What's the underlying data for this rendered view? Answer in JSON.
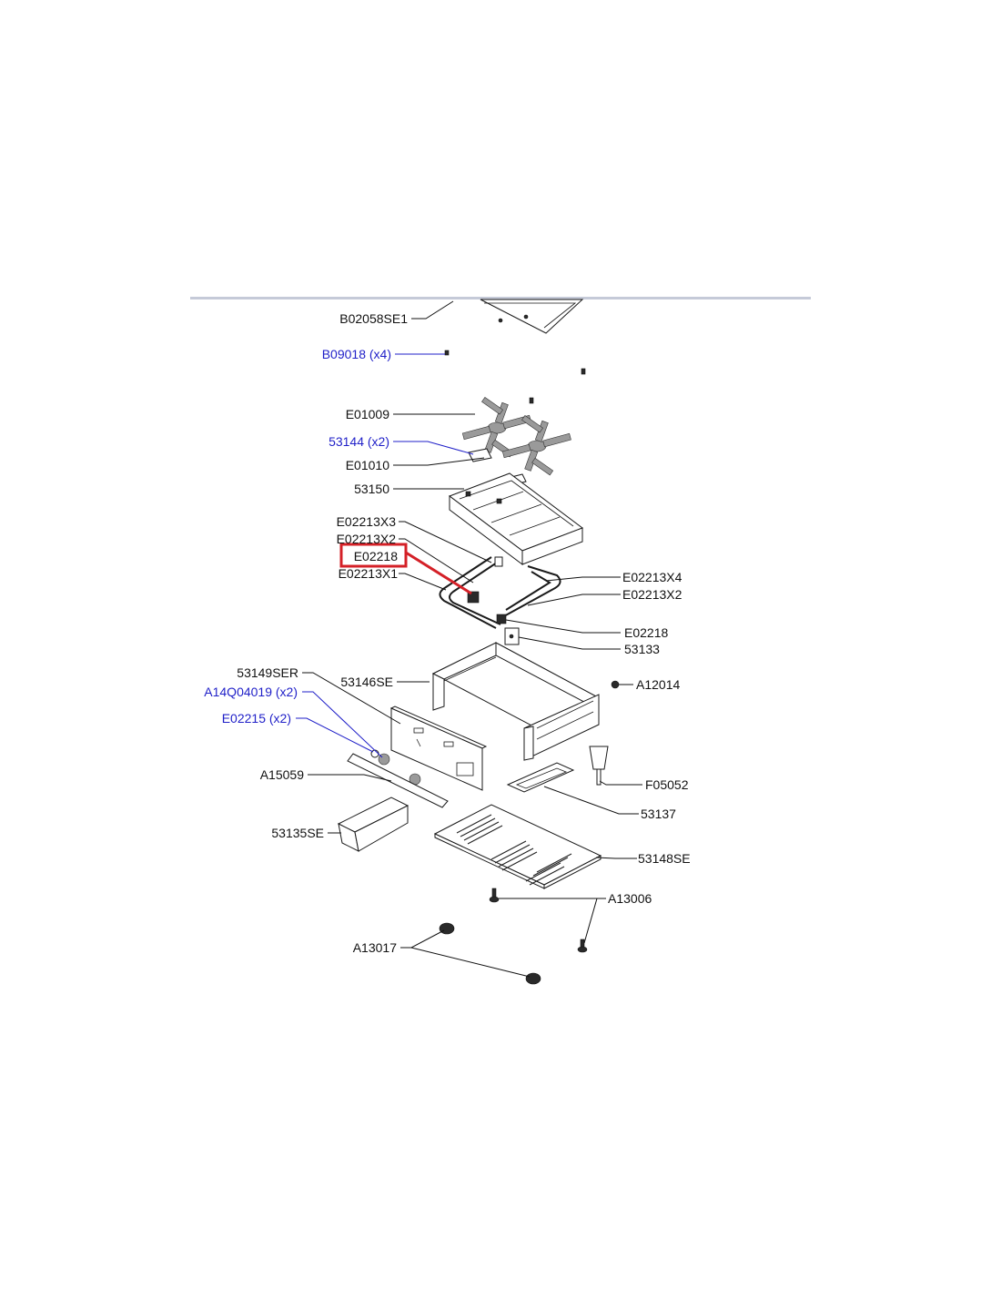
{
  "colors": {
    "label_black": "#111111",
    "label_blue": "#1f1fc8",
    "highlight_red": "#d42027",
    "top_rule": "#c5cad8"
  },
  "labels": {
    "B02058SE1": "B02058SE1",
    "B09018": "B09018  (x4)",
    "E01009": "E01009",
    "53144": "53144  (x2)",
    "E01010": "E01010",
    "53150": "53150",
    "E02213X3": "E02213X3",
    "E02213X2_left": "E02213X2",
    "E02218_highlighted": "E02218",
    "E02213X1": "E02213X1",
    "E02213X4": "E02213X4",
    "E02213X2_right": "E02213X2",
    "E02218_right": "E02218",
    "53133": "53133",
    "53149SER": "53149SER",
    "53146SE": "53146SE",
    "A12014": "A12014",
    "A14Q04019": "A14Q04019  (x2)",
    "E02215": "E02215  (x2)",
    "A15059": "A15059",
    "F05052": "F05052",
    "53137": "53137",
    "53135SE": "53135SE",
    "53148SE": "53148SE",
    "A13006": "A13006",
    "A13017": "A13017"
  }
}
